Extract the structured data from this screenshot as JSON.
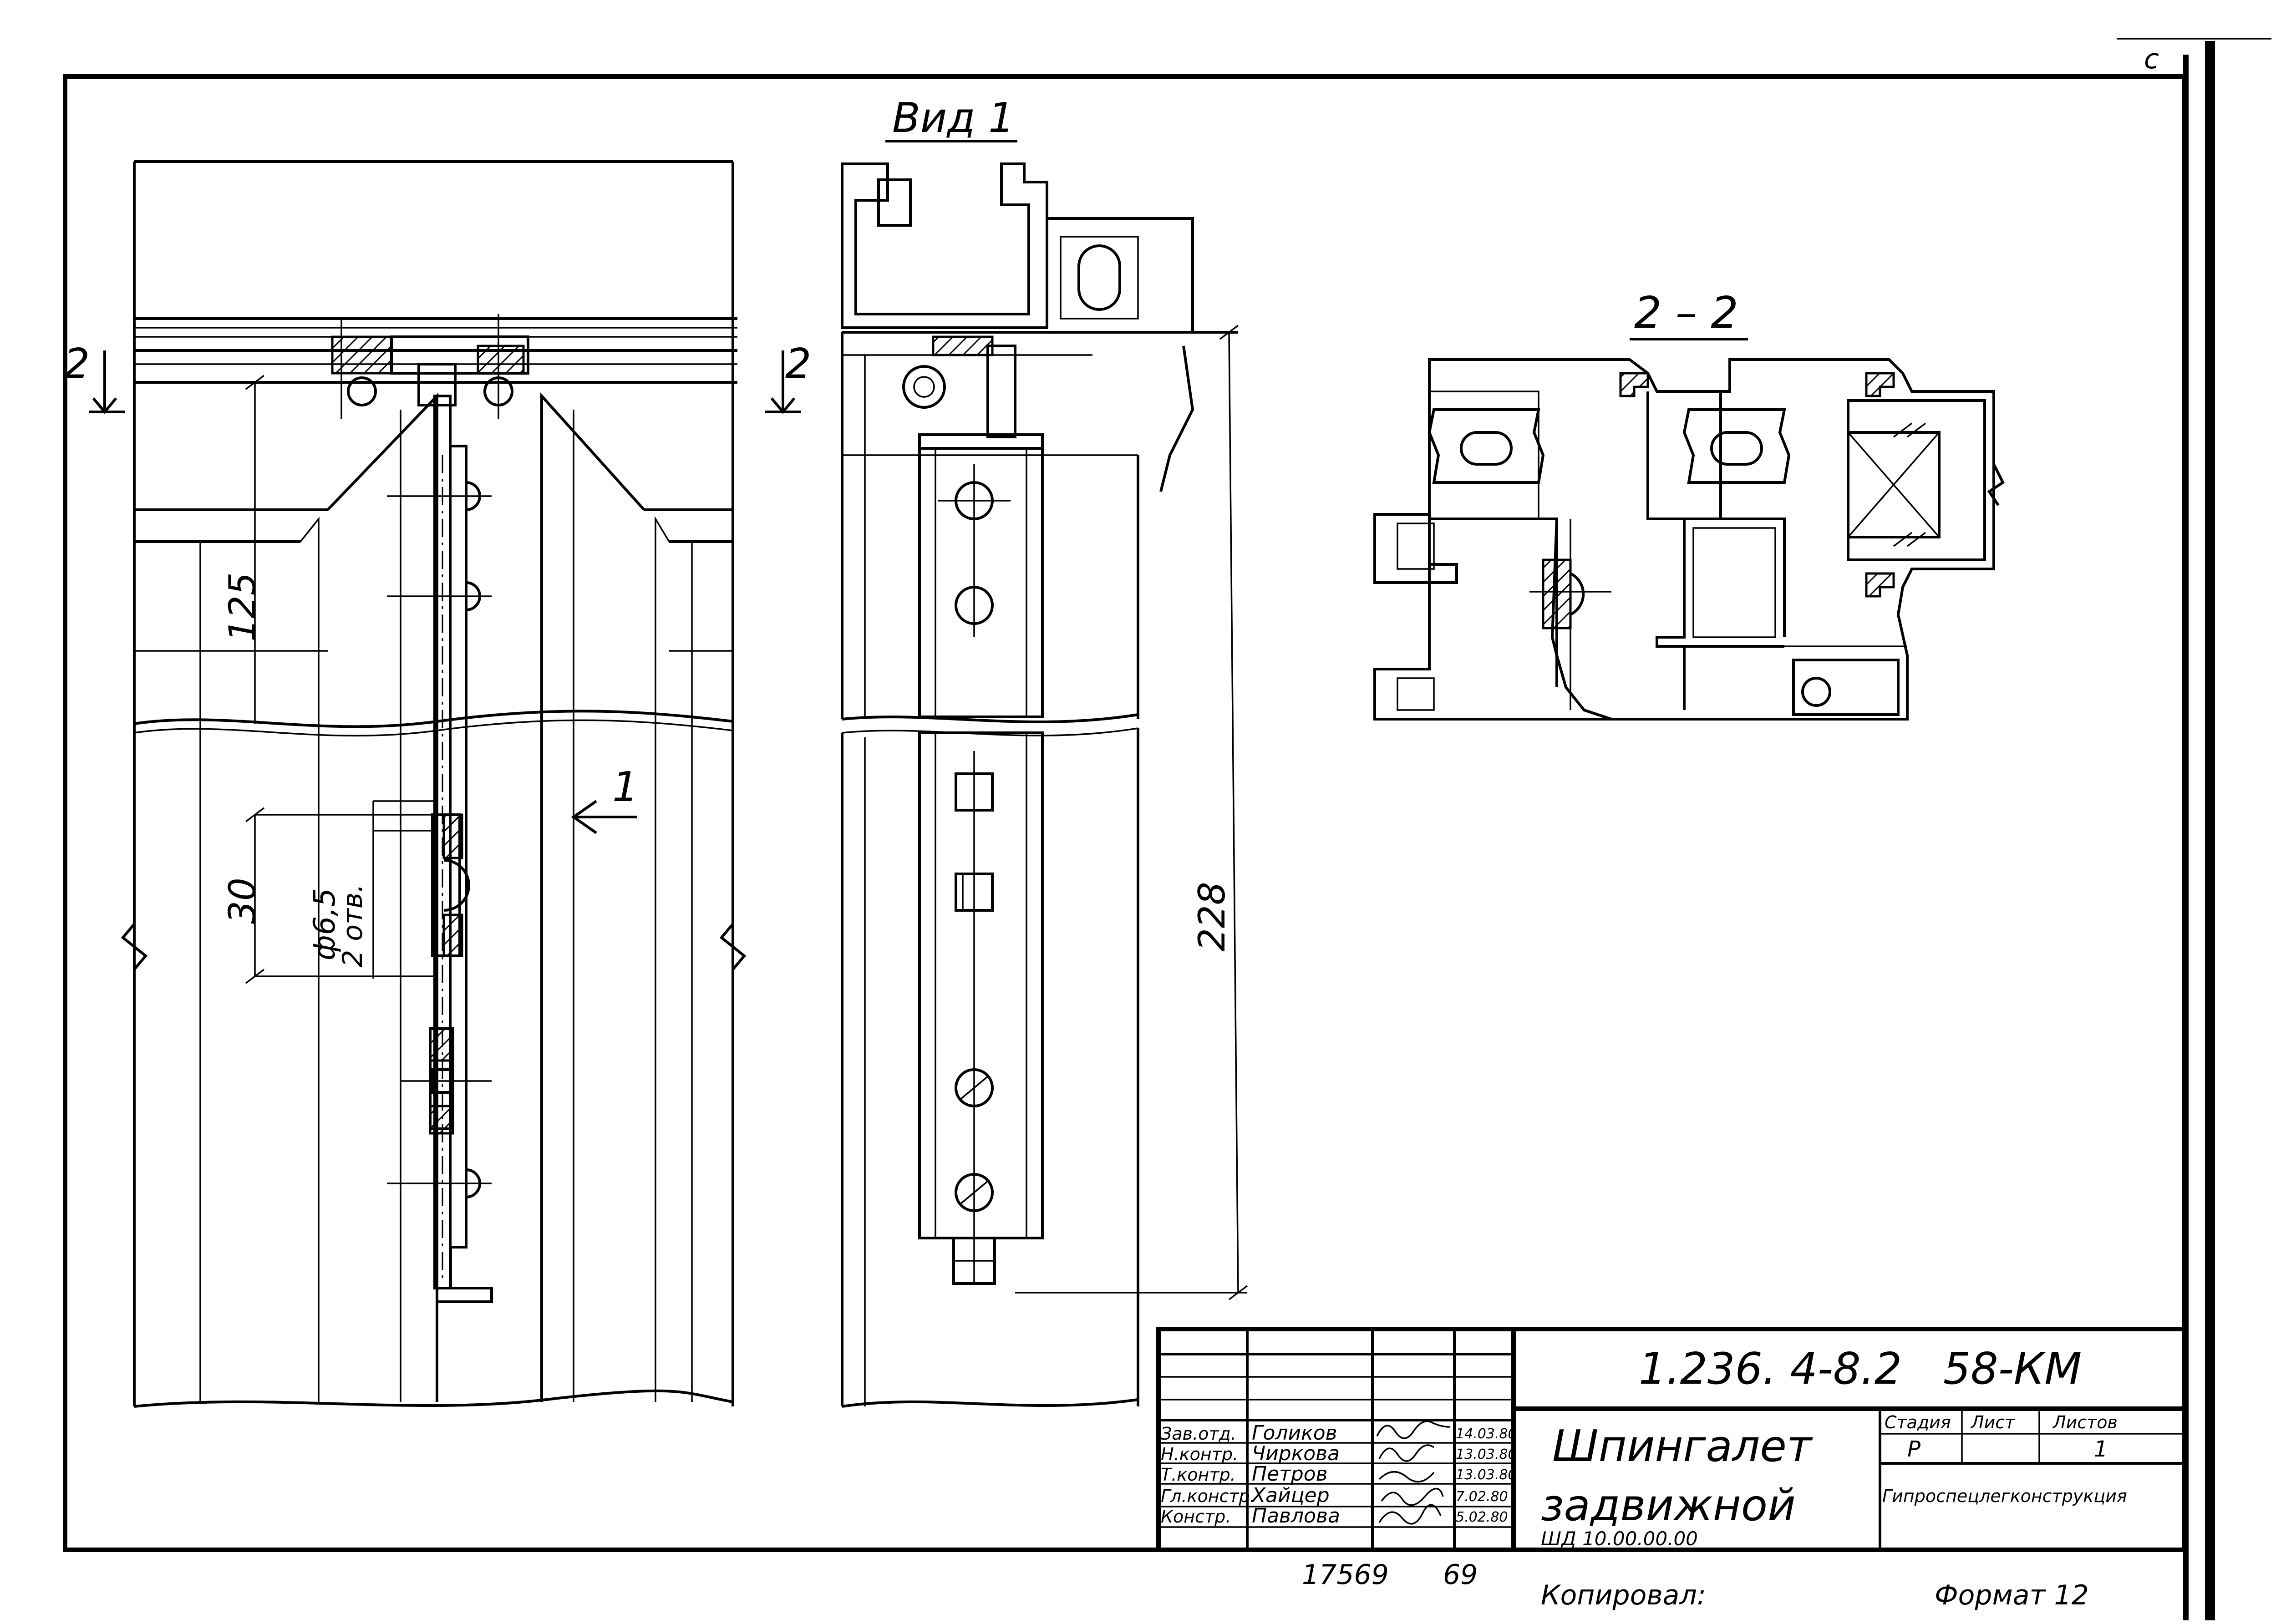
{
  "drawing": {
    "page_mark": "с",
    "view_title": "Вид 1",
    "section_title": "2 – 2",
    "section_mark": "2",
    "view_arrow_mark": "1"
  },
  "dimensions": {
    "d125": "125",
    "d30": "30",
    "d228": "228",
    "hole_dia": "ф6,5",
    "hole_count": "2 отв."
  },
  "title_block": {
    "doc_number": "1.236. 4-8.2   58-КМ",
    "name_line1": "Шпингалет",
    "name_line2": "задвижной",
    "code": "ШД 10.00.00.00",
    "organization": "Гипроспецлегконструкция",
    "stage_header": "Стадия",
    "sheet_header": "Лист",
    "sheets_header": "Листов",
    "stage": "Р",
    "sheet": "",
    "sheets": "1",
    "signatures": [
      {
        "role": "Зав.отд.",
        "name": "Голиков",
        "date": "14.03.80"
      },
      {
        "role": "Н.контр.",
        "name": "Чиркова",
        "date": "13.03.80"
      },
      {
        "role": "Т.контр.",
        "name": "Петров",
        "date": "13.03.80"
      },
      {
        "role": "Гл.констр.",
        "name": "Хайцер",
        "date": "7.02.80"
      },
      {
        "role": "Констр.",
        "name": "Павлова",
        "date": "5.02.80"
      }
    ]
  },
  "footer": {
    "inventory": "17569",
    "page": "69",
    "copied_by": "Копировал:",
    "format": "Формат 12"
  }
}
